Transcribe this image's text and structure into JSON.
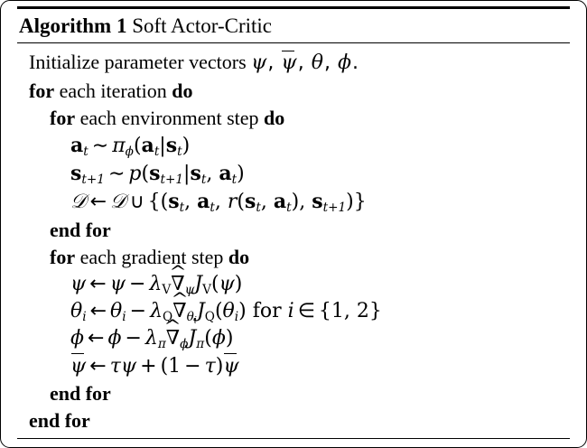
{
  "figure": {
    "kind": "algorithm-block",
    "title": {
      "label": "Algorithm 1",
      "name": "Soft Actor-Critic"
    },
    "lines": [
      {
        "id": "init",
        "indent": 0,
        "text": "Initialize parameter vectors ψ, ψ̄, θ, ϕ."
      },
      {
        "id": "for-iteration",
        "indent": 0,
        "text": "for each iteration do"
      },
      {
        "id": "for-env-step",
        "indent": 1,
        "text": "for each environment step do"
      },
      {
        "id": "sample-action",
        "indent": 2,
        "text": "a_t ∼ π_ϕ(a_t|s_t)"
      },
      {
        "id": "sample-next-state",
        "indent": 2,
        "text": "s_{t+1} ∼ p(s_{t+1}|s_t, a_t)"
      },
      {
        "id": "update-replay-buffer",
        "indent": 2,
        "text": "D ← D ∪ {(s_t, a_t, r(s_t, a_t), s_{t+1})}"
      },
      {
        "id": "end-for-env-step",
        "indent": 1,
        "text": "end for"
      },
      {
        "id": "for-gradient-step",
        "indent": 1,
        "text": "for each gradient step do"
      },
      {
        "id": "update-psi",
        "indent": 2,
        "text": "ψ ← ψ − λ_V ∇̂_ψ J_V(ψ)"
      },
      {
        "id": "update-theta",
        "indent": 2,
        "text": "θ_i ← θ_i − λ_Q ∇̂_{θ_i} J_Q(θ_i) for i ∈ {1, 2}"
      },
      {
        "id": "update-phi",
        "indent": 2,
        "text": "ϕ ← ϕ − λ_π ∇̂_ϕ J_π(ϕ)"
      },
      {
        "id": "update-target-psi",
        "indent": 2,
        "text": "ψ̄ ← τψ + (1 − τ)ψ̄"
      },
      {
        "id": "end-for-gradient-step",
        "indent": 1,
        "text": "end for"
      },
      {
        "id": "end-for-iteration",
        "indent": 0,
        "text": "end for"
      }
    ],
    "keywords": {
      "for": "for",
      "do": "do",
      "end_for": "end for",
      "for_roman": "for"
    },
    "words": {
      "initialize_phrase": "Initialize parameter vectors",
      "each": "each",
      "iteration": "iteration",
      "environment_step": "environment step",
      "gradient_step": "gradient step"
    },
    "symbols": {
      "psi": "ψ",
      "theta": "θ",
      "phi": "ϕ",
      "lambda": "λ",
      "tau": "τ",
      "pi": "π",
      "nabla": "∇",
      "sim": "∼",
      "gets": "←",
      "cup": "∪",
      "in": "∈",
      "minus": "−",
      "plus": "+",
      "cal_D": "𝒟",
      "J": "J",
      "p": "p",
      "r": "r",
      "V": "V",
      "Q": "Q",
      "one": "1",
      "two": "2",
      "i": "i",
      "t": "t",
      "t_plus_1": "t+1"
    },
    "colors": {
      "ink": "#000000",
      "paper": "#ffffff"
    }
  }
}
